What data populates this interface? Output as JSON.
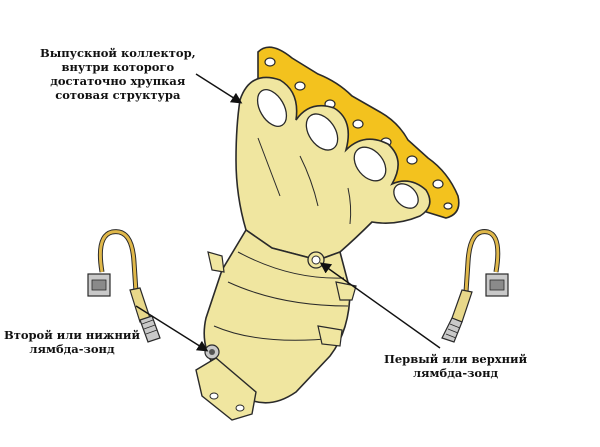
{
  "labels": {
    "manifold": [
      "Выпускной коллектор,",
      "внутри которого",
      "достаточно хрупкая",
      "сотовая структура"
    ],
    "lower_sensor": [
      "Второй или нижний",
      "лямбда-зонд"
    ],
    "upper_sensor": [
      "Первый или верхний",
      "лямбда-зонд"
    ]
  },
  "colors": {
    "manifold_fill": "#f0e6a0",
    "flange_fill": "#f3c21e",
    "outline": "#2a2a2a",
    "sensor_metal": "#c9c9c9",
    "sensor_thread": "#e8d88a",
    "wire": "#e0b84a"
  }
}
